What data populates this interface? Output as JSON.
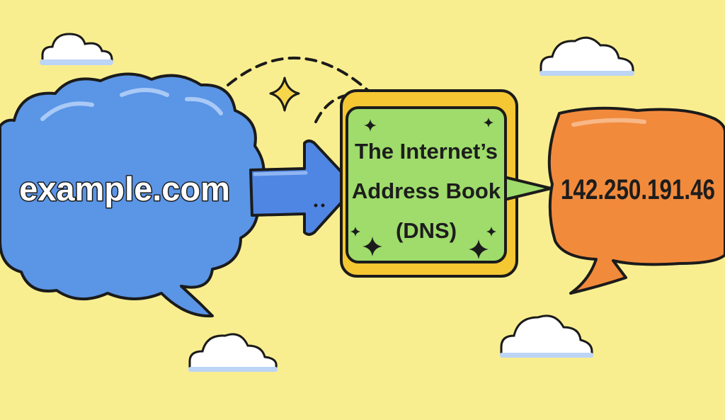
{
  "diagram": {
    "domain_bubble": {
      "text": "example.com"
    },
    "dns_box": {
      "line1": "The Internet’s",
      "line2": "Address Book",
      "line3": "(DNS)"
    },
    "ip_bubble": {
      "text": "142.250.191.46"
    }
  },
  "colors": {
    "background": "#f9ee8f",
    "domain_bubble": "#5a95e6",
    "arrow": "#4f86e3",
    "dns_box_outer": "#f5c733",
    "dns_box_inner": "#9fdc6b",
    "ip_bubble": "#f28a3c",
    "cloud": "#ffffff",
    "outline": "#1b1b1b"
  }
}
